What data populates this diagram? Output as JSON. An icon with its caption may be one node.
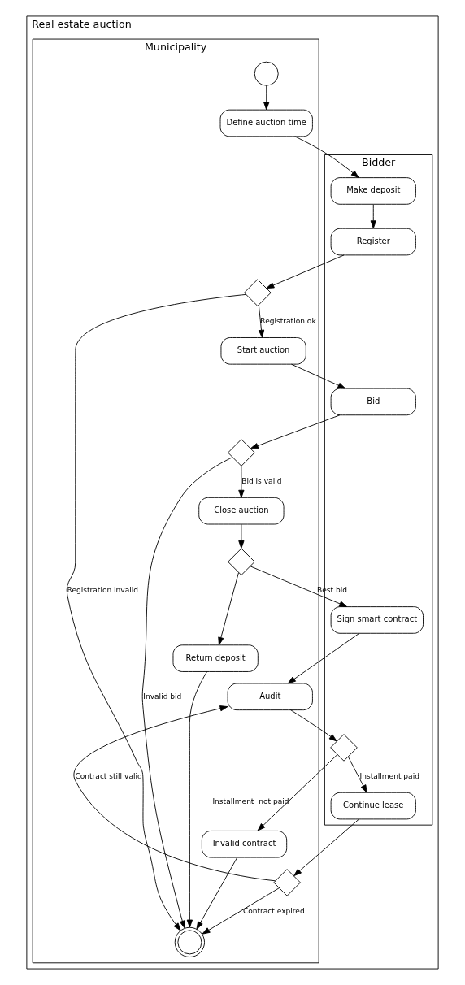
{
  "diagram": {
    "nodes": [
      {
        "text": [
          "Real estate auction"
        ]
      },
      {
        "text": [
          "Municipality"
        ],
        "in": 0
      },
      {
        "text": [
          "Bidder"
        ],
        "in": 0
      },
      {
        "text": [],
        "shape": "circle",
        "in": 1
      },
      {
        "text": [
          "Define auction time"
        ],
        "in": 1
      },
      {
        "text": [
          "Make deposit"
        ],
        "in": 2
      },
      {
        "text": [
          "Register"
        ],
        "in": 2
      },
      {
        "text": [],
        "shape": "diamond",
        "in": 1
      },
      {
        "text": [
          "Start auction"
        ],
        "in": 1
      },
      {
        "text": [
          "Bid"
        ],
        "in": 2
      },
      {
        "text": [],
        "shape": "diamond",
        "in": 1
      },
      {
        "text": [
          "Close auction"
        ],
        "in": 1
      },
      {
        "text": [],
        "shape": "diamond",
        "in": 1
      },
      {
        "text": [
          "Sign smart contract"
        ],
        "in": 2
      },
      {
        "text": [
          "Return deposit"
        ],
        "in": 1
      },
      {
        "text": [
          "Audit"
        ],
        "in": 1
      },
      {
        "text": [],
        "shape": "diamond",
        "in": 2
      },
      {
        "text": [
          "Invalid contract"
        ],
        "in": 1
      },
      {
        "text": [
          "Continue lease"
        ],
        "in": 2
      },
      {
        "text": [],
        "shape": "diamond",
        "in": 1
      },
      {
        "text": [],
        "shape": "circle",
        "in": 1
      }
    ],
    "edges": [
      {
        "from": 3,
        "to": 4,
        "arrow": "to"
      },
      {
        "from": 4,
        "to": 5,
        "arrow": "to"
      },
      {
        "from": 5,
        "to": 6,
        "arrow": "to"
      },
      {
        "from": 6,
        "to": 7,
        "arrow": "to"
      },
      {
        "from": 7,
        "to": 20,
        "label": "Registration invalid",
        "arrow": "to"
      },
      {
        "from": 7,
        "to": 8,
        "label": "Registration ok",
        "arrow": "to"
      },
      {
        "from": 8,
        "to": 9,
        "arrow": "to"
      },
      {
        "from": 9,
        "to": 10,
        "arrow": "to"
      },
      {
        "from": 10,
        "to": 20,
        "label": "Invalid bid",
        "arrow": "to"
      },
      {
        "from": 10,
        "to": 11,
        "label": "Bid is valid",
        "arrow": "to"
      },
      {
        "from": 11,
        "to": 12,
        "arrow": "to"
      },
      {
        "from": 12,
        "to": 13,
        "label": "Best bid",
        "arrow": "to"
      },
      {
        "from": 12,
        "to": 14,
        "arrow": "to"
      },
      {
        "from": 14,
        "to": 20,
        "arrow": "to"
      },
      {
        "from": 13,
        "to": 15,
        "arrow": "to"
      },
      {
        "from": 15,
        "to": 16,
        "arrow": "to"
      },
      {
        "from": 16,
        "to": 17,
        "label": "Installment  not paid",
        "arrow": "to"
      },
      {
        "from": 16,
        "to": 18,
        "label": "Installment paid",
        "arrow": "to"
      },
      {
        "from": 17,
        "to": 20,
        "arrow": "to"
      },
      {
        "from": 18,
        "to": 19,
        "arrow": "to"
      },
      {
        "from": 19,
        "to": 15,
        "label": "Contract still valid",
        "arrow": "to"
      },
      {
        "from": 19,
        "to": 20,
        "label": "Contract expired",
        "arrow": "to"
      }
    ]
  }
}
